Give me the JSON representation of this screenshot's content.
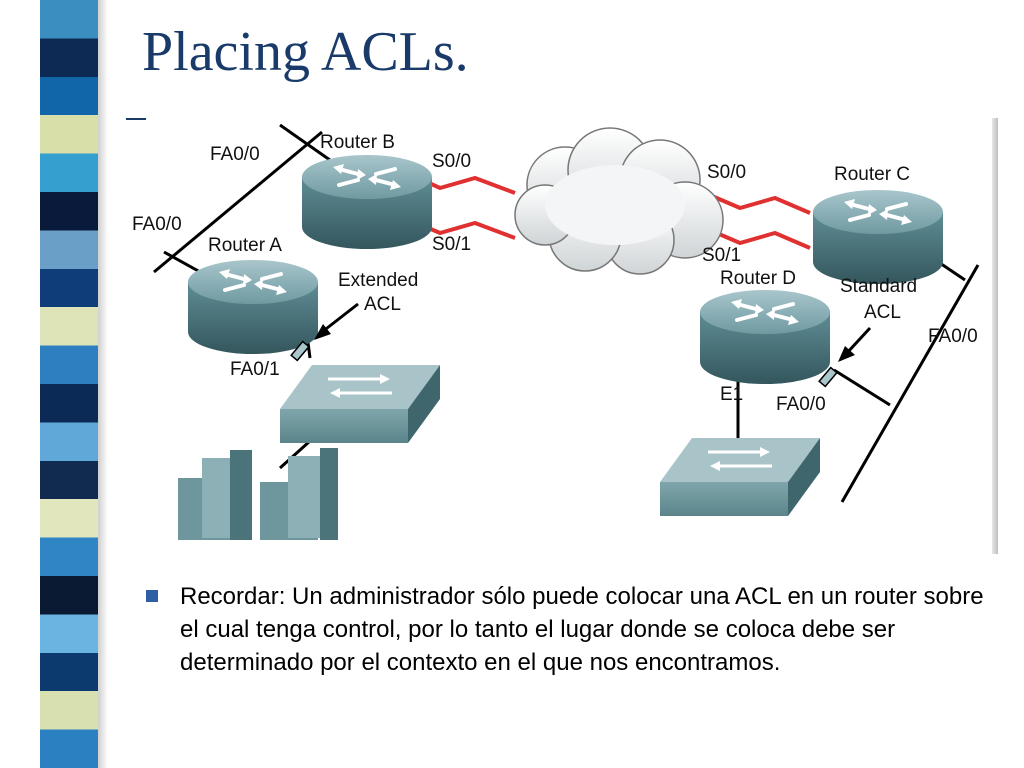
{
  "slide": {
    "title": "Placing ACLs.",
    "body_text": "Recordar:  Un administrador sólo puede colocar una ACL en un router sobre el cual tenga control, por lo tanto el lugar donde se coloca debe ser determinado por el contexto en el que nos encontramos."
  },
  "diagram": {
    "labels": {
      "fa00_top": "FA0/0",
      "fa00_left": "FA0/0",
      "router_b": "Router B",
      "router_a": "Router A",
      "router_c": "Router C",
      "router_d": "Router D",
      "s00_b": "S0/0",
      "s01_b": "S0/1",
      "s00_c": "S0/0",
      "s01_d": "S0/1",
      "extended": "Extended",
      "extended_acl": "ACL",
      "standard": "Standard",
      "standard_acl": "ACL",
      "fa00_right": "FA0/0",
      "fa01_a": "FA0/1",
      "e1_d": "E1",
      "fa00_d": "FA0/0"
    },
    "icons": [
      "router-icon",
      "cloud-icon",
      "switch-icon",
      "server-icon",
      "arrow-icon"
    ]
  },
  "colors": {
    "title": "#1a3a6a",
    "bullet": "#2e5ea3",
    "serial_link": "#e03030",
    "device": "#5f8f95"
  },
  "decoration": {
    "stripe_colors": [
      "#3a8fc0",
      "#0d2a55",
      "#1166aa",
      "#d8dfa8",
      "#35a0d0",
      "#0a1a3a",
      "#6aa0c8",
      "#0e3d7a",
      "#dfe4b8",
      "#2d7fbf",
      "#0b2a55",
      "#5fa8d8",
      "#102a50",
      "#e1e6bc",
      "#3085c5",
      "#0a1a33",
      "#69b4e0",
      "#0d3a6e",
      "#d8e0b0",
      "#2a80c0"
    ]
  }
}
